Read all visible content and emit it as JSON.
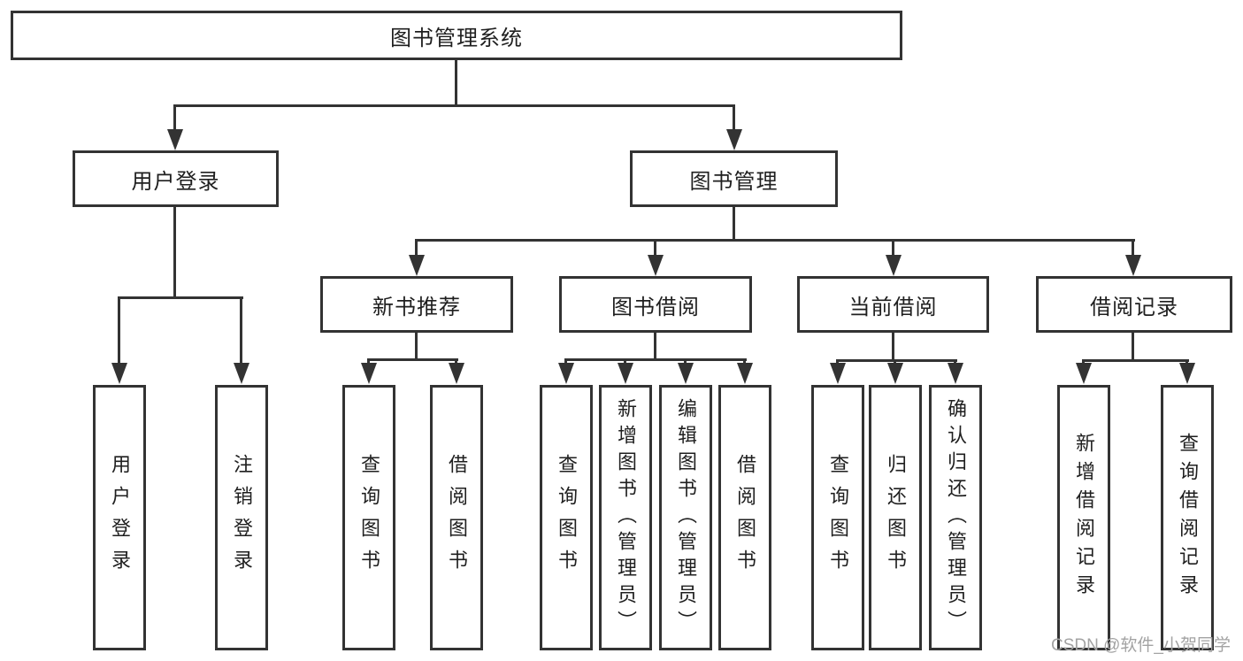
{
  "diagram": {
    "title": "图书管理系统",
    "colors": {
      "line": "#333333",
      "text": "#1f1f1f",
      "background": "#ffffff",
      "watermark": "#a3a3a3"
    },
    "watermark": "CSDN @软件_小贺同学",
    "root": {
      "label": "图书管理系统"
    },
    "branches": [
      {
        "label": "用户登录",
        "children": [
          {
            "label": "用户登录"
          },
          {
            "label": "注销登录"
          }
        ]
      },
      {
        "label": "图书管理",
        "children": [
          {
            "label": "新书推荐",
            "children": [
              {
                "label": "查询图书"
              },
              {
                "label": "借阅图书"
              }
            ]
          },
          {
            "label": "图书借阅",
            "children": [
              {
                "label": "查询图书"
              },
              {
                "label": "新增图书（管理员）"
              },
              {
                "label": "编辑图书（管理员）"
              },
              {
                "label": "借阅图书"
              }
            ]
          },
          {
            "label": "当前借阅",
            "children": [
              {
                "label": "查询图书"
              },
              {
                "label": "归还图书"
              },
              {
                "label": "确认归还（管理员）"
              }
            ]
          },
          {
            "label": "借阅记录",
            "children": [
              {
                "label": "新增借阅记录"
              },
              {
                "label": "查询借阅记录"
              }
            ]
          }
        ]
      }
    ]
  }
}
